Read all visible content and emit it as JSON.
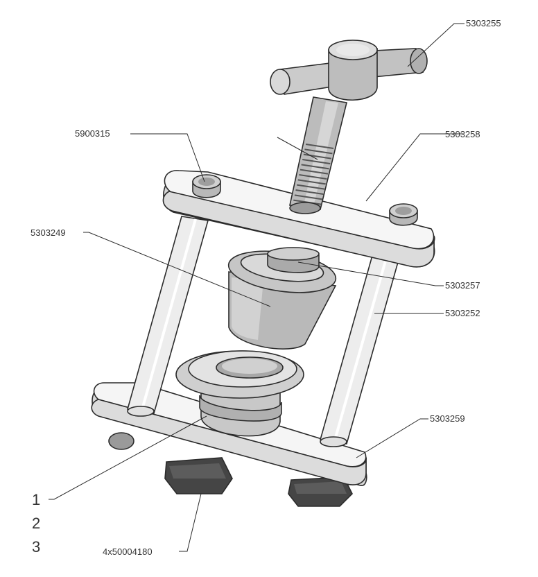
{
  "labels": {
    "handle": "5303255",
    "top_nut": "5900315",
    "top_plate": "5303258",
    "cone": "5303249",
    "spindle_end": "5303257",
    "pillar": "5303252",
    "bottom_plate": "5303259",
    "feet": "4x50004180"
  },
  "item_numbers": [
    "1",
    "2",
    "3"
  ],
  "colors": {
    "line": "#2a2a2a",
    "plate": "#f4f4f4",
    "plate_side": "#d6d6d6",
    "steel": "#bdbdbd",
    "steel_dark": "#8e8e8e",
    "foot": "#3a3a3a"
  }
}
